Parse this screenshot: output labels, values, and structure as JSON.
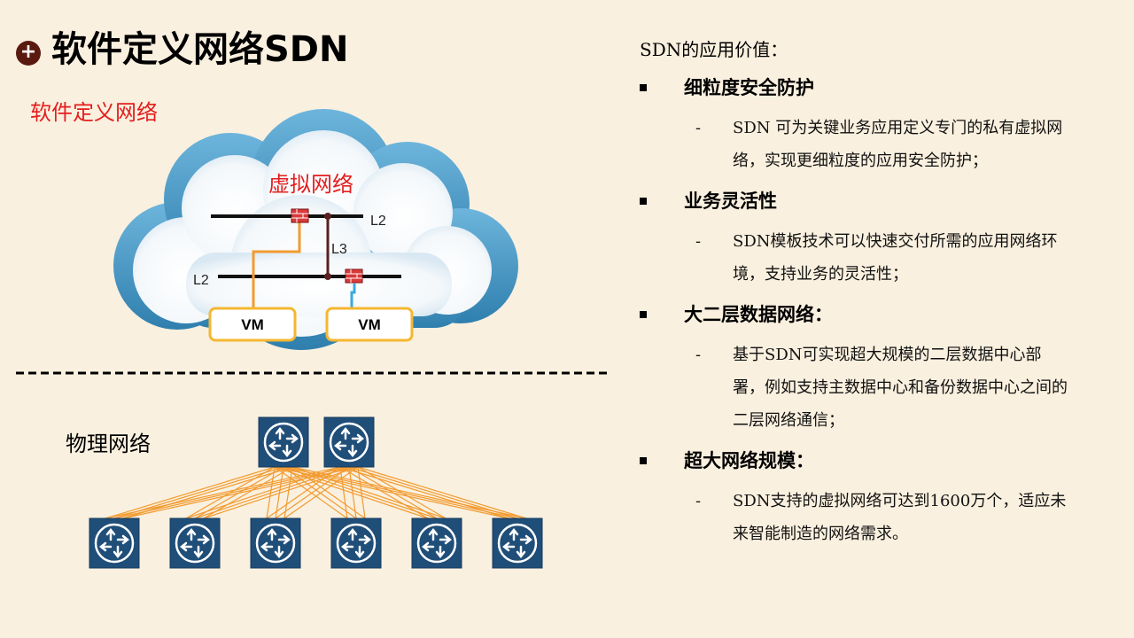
{
  "title": "软件定义网络SDN",
  "left": {
    "subtitle": "软件定义网络",
    "virtual_network_label": "虚拟网络",
    "link_labels": {
      "l2_top": "L2",
      "l3": "L3",
      "l2_bottom": "L2"
    },
    "vm_labels": [
      "VM",
      "VM"
    ],
    "physical_network_label": "物理网络"
  },
  "right": {
    "heading": "SDN的应用价值：",
    "items": [
      {
        "title": "细粒度安全防护",
        "desc": "SDN 可为关键业务应用定义专门的私有虚拟网络，实现更细粒度的应用安全防护；"
      },
      {
        "title": "业务灵活性",
        "desc": "SDN模板技术可以快速交付所需的应用网络环境，支持业务的灵活性；"
      },
      {
        "title": "大二层数据网络：",
        "desc": "基于SDN可实现超大规模的二层数据中心部署，例如支持主数据中心和备份数据中心之间的二层网络通信；"
      },
      {
        "title": "超大网络规模：",
        "desc": "SDN支持的虚拟网络可达到1600万个，适应未来智能制造的网络需求。"
      }
    ]
  },
  "colors": {
    "background": "#FAF0DF",
    "accent_red": "#E31E1E",
    "cloud_blue": "#4A9CC9",
    "vm_border": "#F5B731",
    "uplink_orange": "#F29B30",
    "router_blue": "#1F4E79"
  },
  "icons": {
    "title_bullet": "plus-circle-icon",
    "firewall": "firewall-icon",
    "router": "router-icon"
  }
}
